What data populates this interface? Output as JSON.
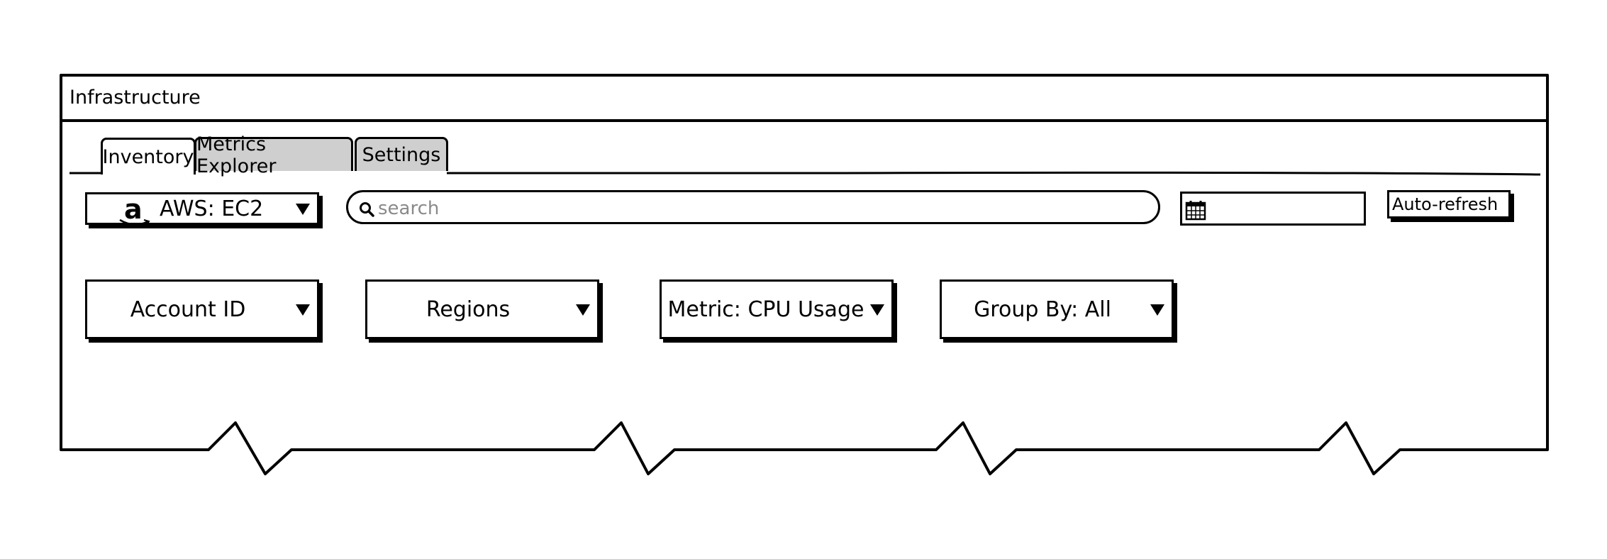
{
  "window": {
    "title": "Infrastructure"
  },
  "tabs": [
    {
      "label": "Inventory",
      "active": true
    },
    {
      "label": "Metrics Explorer",
      "active": false
    },
    {
      "label": "Settings",
      "active": false
    }
  ],
  "toolbar": {
    "source_select": {
      "value": "AWS: EC2",
      "icon": "amazon-logo"
    },
    "search": {
      "placeholder": "search",
      "value": "",
      "icon": "search-icon"
    },
    "date_picker": {
      "icon": "calendar-icon",
      "value": ""
    },
    "auto_refresh_label": "Auto-refresh"
  },
  "filters": [
    {
      "label": "Account ID"
    },
    {
      "label": "Regions"
    },
    {
      "label": "Metric: CPU Usage"
    },
    {
      "label": "Group By: All"
    }
  ]
}
